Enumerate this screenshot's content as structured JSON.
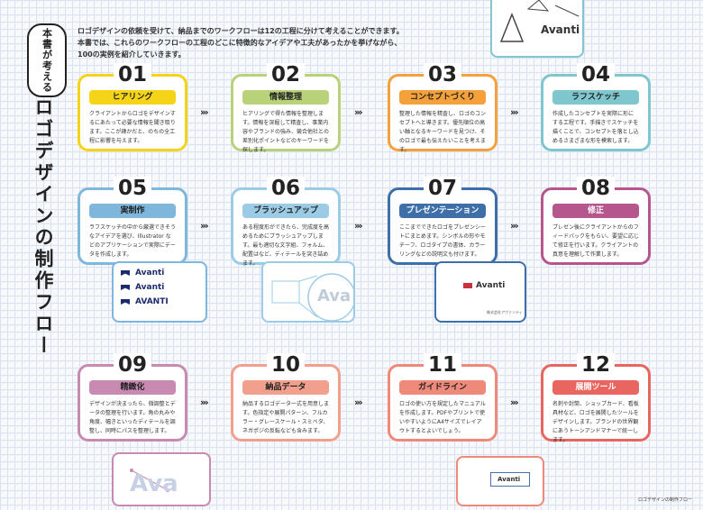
{
  "badge": {
    "line1": "本書が",
    "line2": "考える"
  },
  "title": "ロゴデザインの制作フロー",
  "intro": {
    "line1": "ロゴデザインの依頼を受けて、納品までのワークフローは12の工程に分けて考えることができます。",
    "line2": "本書では、これらのワークフローの工程のどこに特徴的なアイデアや工夫があったかを挙げながら、",
    "line3": "100の実例を紹介していきます。"
  },
  "arrow": "›››",
  "steps": [
    {
      "num": "01",
      "label": "ヒアリング",
      "color": "#f5d418",
      "desc": "クライアントからロゴをデザインするにあたって必要な情報を聞き取ります。ここが疎かだと、のちの全工程に影響を与えます。"
    },
    {
      "num": "02",
      "label": "情報整理",
      "color": "#b9d27a",
      "desc": "ヒアリングで得た情報を整理します。情報を深掘して精査し、事業内容やブランドの強み、競合他社との差別化ポイントなどのキーワードを探します。"
    },
    {
      "num": "03",
      "label": "コンセプトづくり",
      "color": "#f4a13b",
      "desc": "整理した情報を精査し、ロゴのコンセプトへと導きます。優先順位の高い軸となるキーワードを見つけ、そのロゴで最も伝えたいことを考えます。"
    },
    {
      "num": "04",
      "label": "ラフスケッチ",
      "color": "#7fc6cf",
      "desc": "作成したコンセプトを実際に形にする工程です。手描きでスケッチを描くことで、コンセプトを落とし込めるさまざまな形を模索します。"
    },
    {
      "num": "05",
      "label": "実制作",
      "color": "#7fb6db",
      "desc": "ラフスケッチの中から厳選できそうなアイデアを選び、Illustrator などのアプリケーションで実際にデータを作成します。"
    },
    {
      "num": "06",
      "label": "ブラッシュアップ",
      "color": "#9ccbe6",
      "desc": "ある程度形ができたら、完成度を高めるためにブラッシュアップします。最も適切な文字組、フォルム、配置はなど、ディテールを突き詰めます。"
    },
    {
      "num": "07",
      "label": "プレゼンテーション",
      "color": "#3f6fa8",
      "desc": "ここまでできたロゴをプレゼンシートにまとめます。シンボルの形やモチーフ、ロゴタイプの書体、カラーリングなどの説明文も付けます。"
    },
    {
      "num": "08",
      "label": "修正",
      "color": "#b5568e",
      "desc": "プレゼン後にクライアントからのフィードバックをもらい、要望に応じて修正を行います。クライアントの真意を理解して作業します。"
    },
    {
      "num": "09",
      "label": "精緻化",
      "color": "#c98ab2",
      "desc": "デザインが決まったら、微調整とデータの整理を行います。角の丸みや角度、幅きといったディテールを調整し、同時にパスを整理します。"
    },
    {
      "num": "10",
      "label": "納品データ",
      "color": "#f0a08d",
      "desc": "納品するロゴデータ一式を用意します。色指定や展開パターン、フルカラー・グレースケール・スミベタ、ネガポジの反転なども含みます。"
    },
    {
      "num": "11",
      "label": "ガイドライン",
      "color": "#ef8a7a",
      "desc": "ロゴの使い方を規定したマニュアルを作成します。PDFやプリントで使いやすいようにA4サイズでレイアウトするとよいでしょう。"
    },
    {
      "num": "12",
      "label": "展開ツール",
      "color": "#e9655f",
      "desc": "名刺や封筒、ショップカード、看板具材など、ロゴを展開したツールをデザインします。ブランドの世界観にあうトーンアンドマナーで統一します。"
    }
  ],
  "samples": {
    "sketch": "Avanti",
    "logos": [
      "Avanti",
      "Avanti",
      "AVANTI"
    ],
    "zoom": "Ava",
    "present": "Avanti",
    "present_sub": "株式会社アヴァンティ",
    "detail": "Ava",
    "guide": "Avanti"
  },
  "credit": "ロゴデザインの制作フロー"
}
